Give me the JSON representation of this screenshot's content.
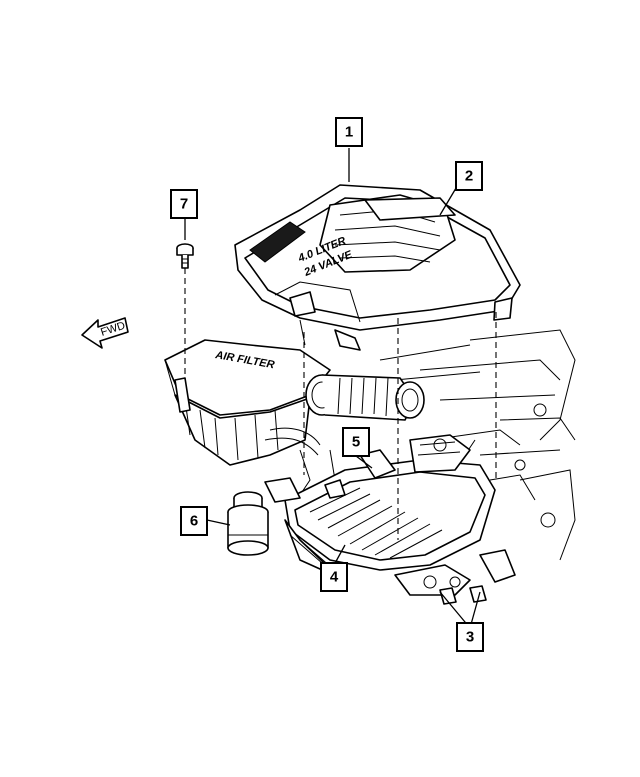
{
  "diagram": {
    "fwd_label": "FWD",
    "engine_cover_text_line1": "4.0 LITER",
    "engine_cover_text_line2": "24 VALVE",
    "air_filter_text": "AIR FILTER"
  },
  "callouts": [
    {
      "id": "1",
      "label": "1"
    },
    {
      "id": "2",
      "label": "2"
    },
    {
      "id": "3",
      "label": "3"
    },
    {
      "id": "4",
      "label": "4"
    },
    {
      "id": "5",
      "label": "5"
    },
    {
      "id": "6",
      "label": "6"
    },
    {
      "id": "7",
      "label": "7"
    }
  ]
}
